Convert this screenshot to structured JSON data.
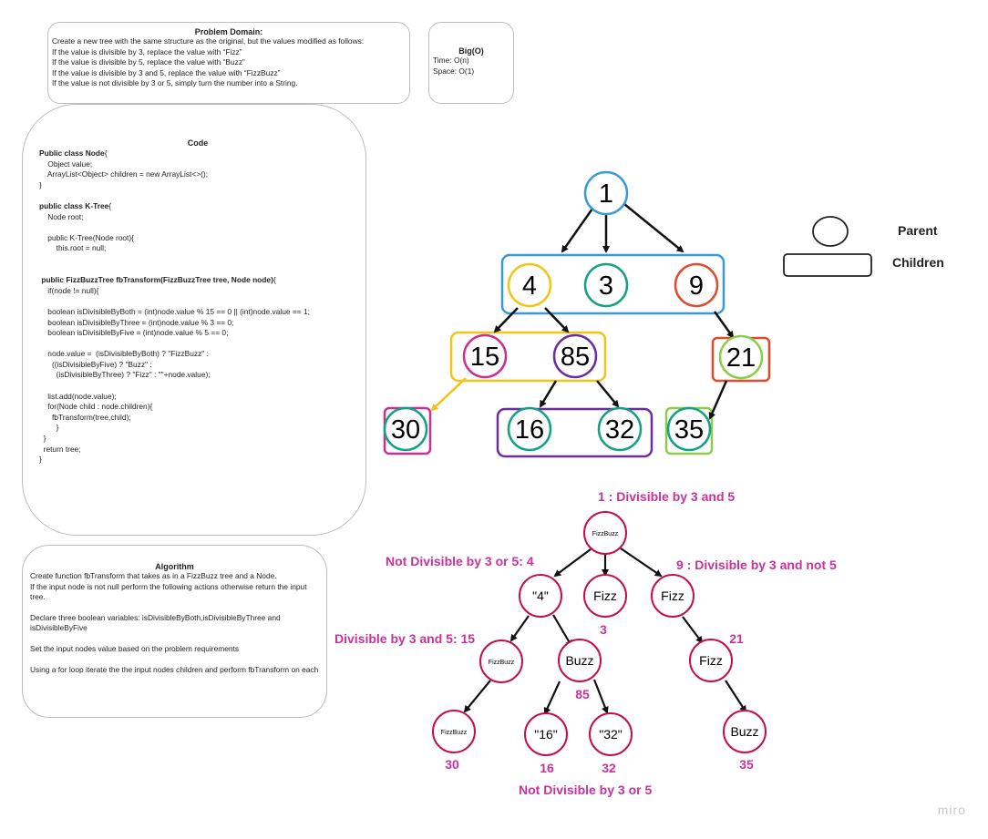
{
  "problem": {
    "title": "Problem Domain:",
    "lines": [
      "Create a new tree with the same structure as the original, but the values modified as follows:",
      "If the value is divisible by 3, replace the value with “Fizz”",
      "If the value is divisible by 5, replace the value with “Buzz”",
      "If the value is divisible by 3 and 5, replace the value with “FizzBuzz”",
      "If the value is not divisible by 3 or 5, simply turn the number into a String."
    ]
  },
  "bigo": {
    "title": "Big(O)",
    "time": "Time: O(n)",
    "space": "Space: O(1)"
  },
  "code": {
    "title": "Code",
    "lines": [
      "Public class Node{",
      "    Object value;",
      "    ArrayList<Object> children = new ArrayList<>();",
      "}",
      "",
      "public class K-Tree{",
      "    Node root;",
      "",
      "    public K-Tree(Node root){",
      "        this.root = null;",
      "",
      "",
      " public FizzBuzzTree fbTransform(FizzBuzzTree tree, Node node){",
      "    if(node != null){",
      "",
      "    boolean isDivisibleByBoth = (int)node.value % 15 == 0 || (int)node.value == 1;",
      "    boolean isDivisibleByThree = (int)node.value % 3 == 0;",
      "    boolean isDivisibleByFive = (int)node.value % 5 == 0;",
      "",
      "    node.value =  (isDivisibleByBoth) ? \"FizzBuzz\" :",
      "      ((isDivisibleByFive) ? \"Buzz\" :",
      "        (isDivisibleByThree) ? \"Fizz\" : \"\"+node.value);",
      "",
      "    list.add(node.value);",
      "    for(Node child : node.children){",
      "      fbTransform(tree,child);",
      "        }",
      "  }",
      "  return tree;",
      "}"
    ]
  },
  "algorithm": {
    "title": "Algorithm",
    "paragraphs": [
      "Create function fbTransform that takes as in a FizzBuzz tree and a Node.\nIf the input node is not null perform the following actions otherwise return the input tree.",
      "Declare three boolean variables: isDivisibleByBoth,isDivisibleByThree and isDivisibleByFive",
      "Set the input nodes value based on the problem requirements",
      "Using a for loop iterate the the input nodes children and perform fbTransform on each"
    ]
  },
  "legend": {
    "parent": "Parent",
    "children": "Children"
  },
  "tree_input": {
    "root": "1",
    "nodes": [
      "1",
      "4",
      "3",
      "9",
      "15",
      "85",
      "21",
      "30",
      "16",
      "32",
      "35"
    ],
    "colors": {
      "blue": "#3a9ad9",
      "yellow": "#f2c515",
      "teal": "#14a085",
      "red": "#e04b2d",
      "purple": "#6a2ca0",
      "magenta": "#cc2f8f",
      "green": "#8ccc4a"
    }
  },
  "tree_output": {
    "nodes": {
      "n1": "FizzBuzz",
      "n4": "\"4\"",
      "n3": "Fizz",
      "n9": "Fizz",
      "n15": "FizzBuzz",
      "n85": "Buzz",
      "n21": "Fizz",
      "n30": "FizzBuzz",
      "n16": "\"16\"",
      "n32": "\"32\"",
      "n35": "Buzz"
    },
    "numbers": {
      "n3": "3",
      "n85": "85",
      "n30": "30",
      "n16": "16",
      "n32": "32",
      "n35": "35",
      "n21": "21",
      "n15": "15"
    },
    "annotations": {
      "root": "1  : Divisible by 3 and 5",
      "four": "Not Divisible by 3 or 5:  4",
      "nine": "9 : Divisible by 3 and not 5",
      "fifteen": "Divisible by 3 and 5:   15",
      "bottom": "Not Divisible by 3 or 5"
    },
    "node_color": "#c4104a",
    "label_color": "#c8329a"
  },
  "watermark": "miro"
}
